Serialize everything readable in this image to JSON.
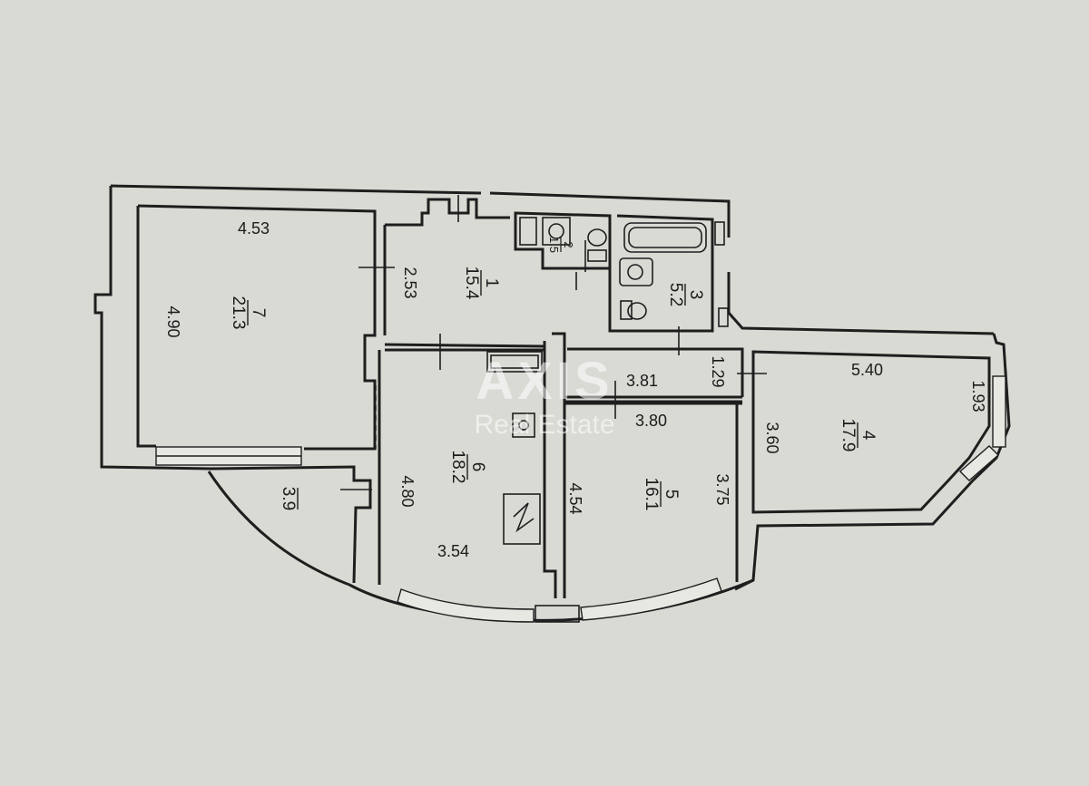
{
  "watermark": {
    "brand": "AXIS",
    "tagline": "Real Estate"
  },
  "rooms": [
    {
      "id": "room-1",
      "number": "1",
      "area": "15.4",
      "dims": [
        "2.53"
      ]
    },
    {
      "id": "room-2",
      "number": "2",
      "area": "1.5",
      "dims": []
    },
    {
      "id": "room-3",
      "number": "3",
      "area": "5.2",
      "dims": []
    },
    {
      "id": "room-4",
      "number": "4",
      "area": "17.9",
      "dims": [
        "5.40",
        "3.60",
        "1.93"
      ]
    },
    {
      "id": "room-5",
      "number": "5",
      "area": "16.1",
      "dims": [
        "3.80",
        "4.54",
        "3.75"
      ]
    },
    {
      "id": "room-6",
      "number": "6",
      "area": "18.2",
      "dims": [
        "4.80",
        "3.54"
      ]
    },
    {
      "id": "room-7",
      "number": "7",
      "area": "21.3",
      "dims": [
        "4.53",
        "4.90"
      ]
    },
    {
      "id": "balcony",
      "number": "",
      "area": "3.9",
      "dims": []
    }
  ],
  "corridor": {
    "length": "3.81",
    "width": "1.29"
  },
  "colors": {
    "paper": "#d9dad4",
    "ink": "#1e1e1e"
  }
}
